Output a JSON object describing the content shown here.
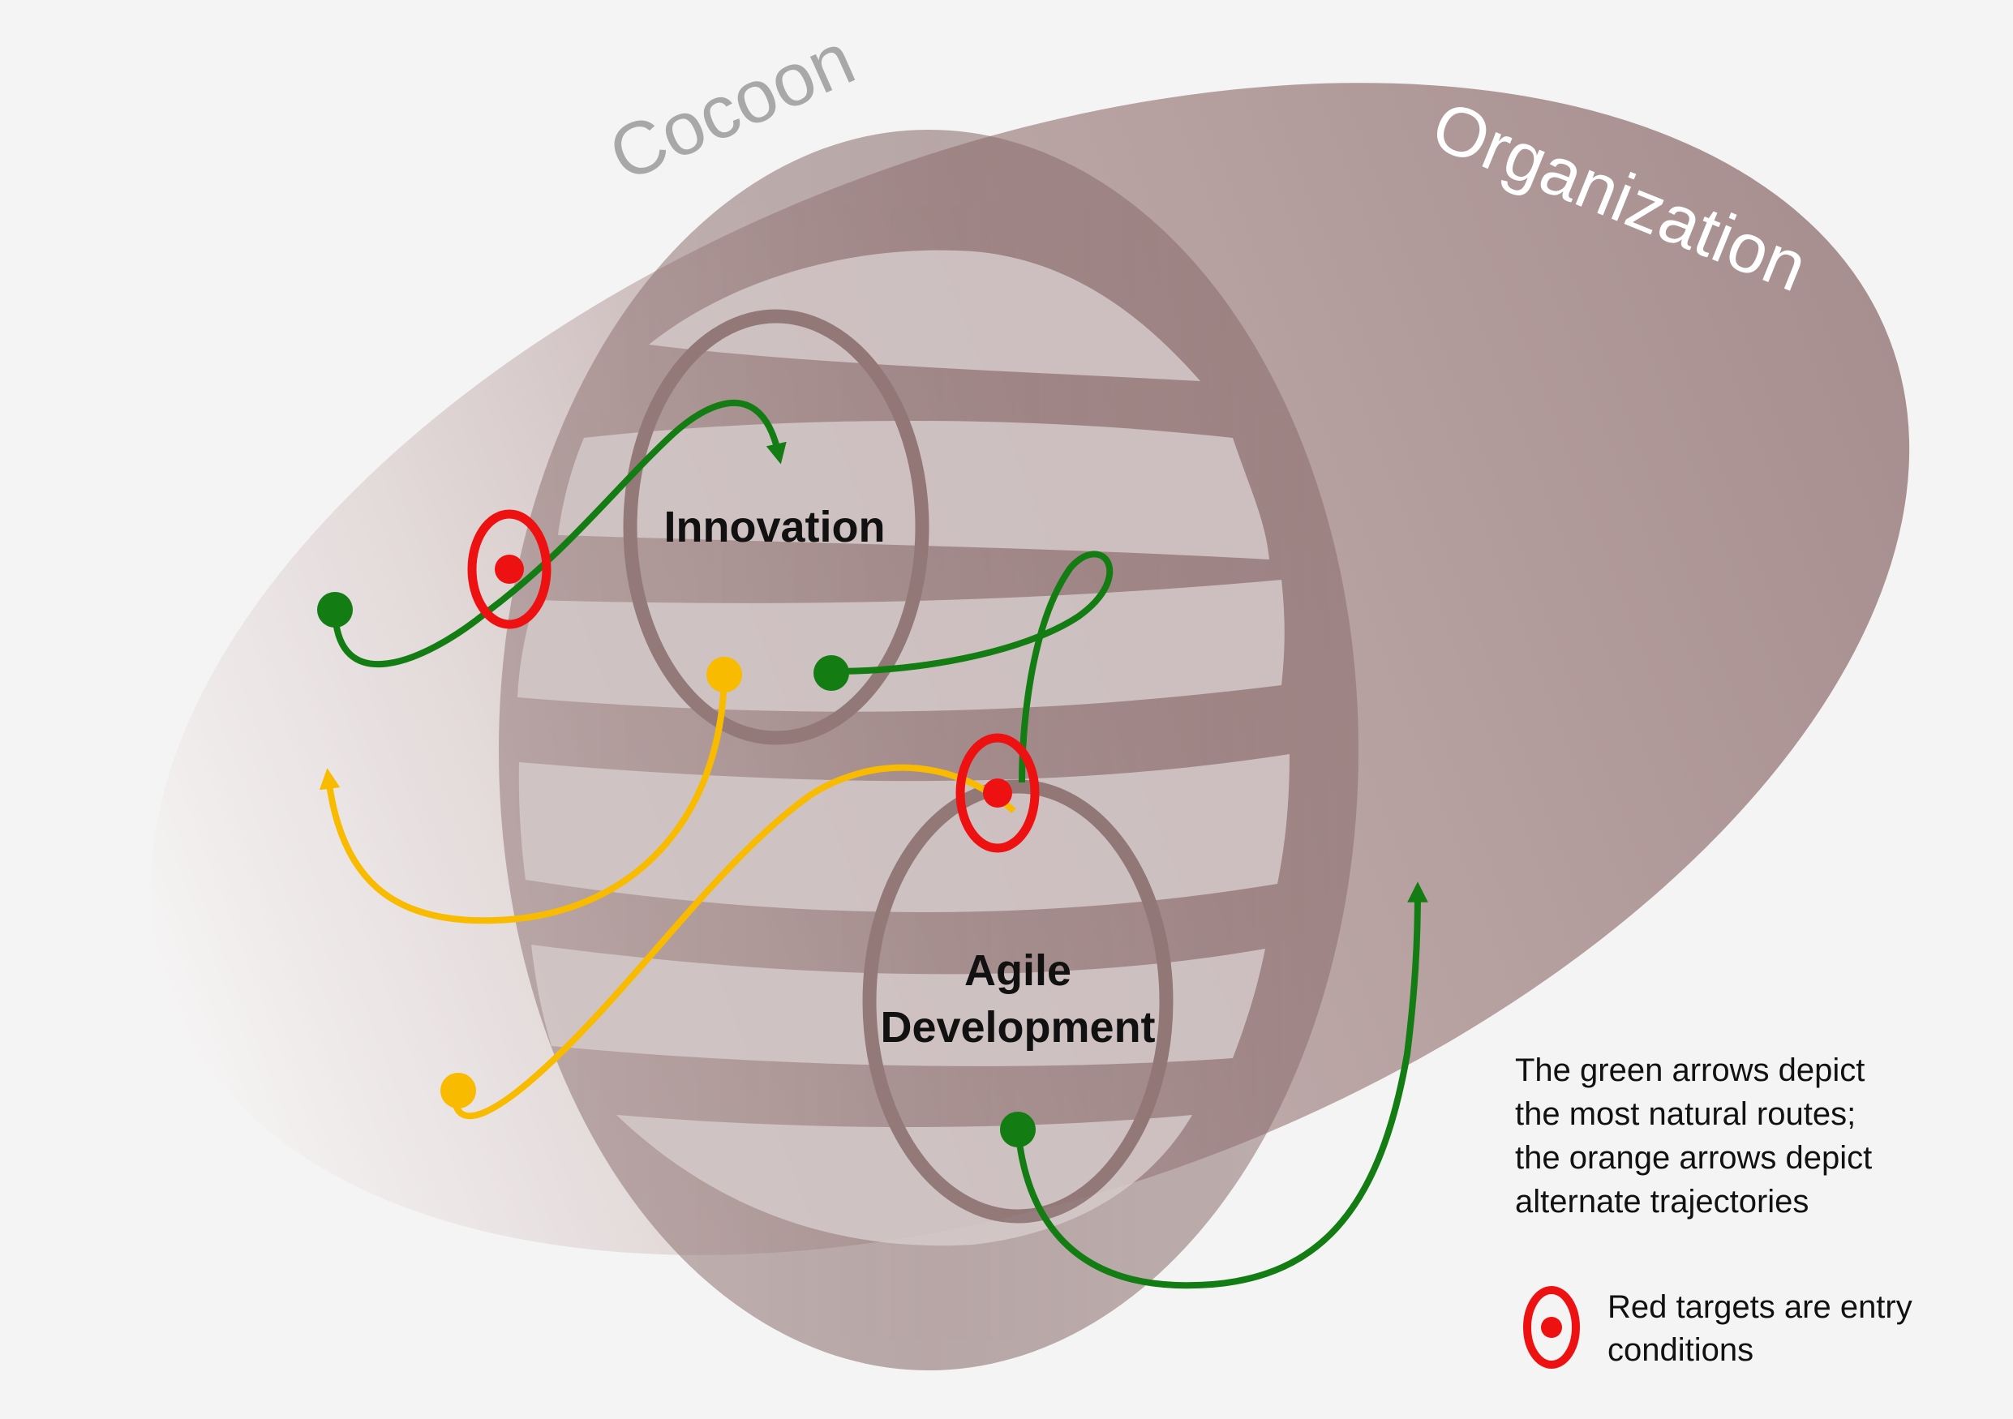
{
  "labels": {
    "cocoon": "Cocoon",
    "organization": "Organization",
    "innovation": "Innovation",
    "agile_line1": "Agile",
    "agile_line2": "Development"
  },
  "legend": {
    "arrows_lines": [
      "The green arrows depict",
      "the most natural routes;",
      "the orange arrows depict",
      "alternate trajectories"
    ],
    "target_lines": [
      "Red targets are entry",
      "conditions"
    ]
  },
  "colors": {
    "background": "#f4f4f4",
    "organization": "#a68f8f",
    "cocoon": "#8f7272",
    "cocoon_label": "#a8a8a8",
    "green_route": "#137d13",
    "orange_route": "#f9bb00",
    "target_red": "#ee1111"
  },
  "icons": {
    "entry_target": "bullseye-target-icon",
    "route_start": "dot-icon",
    "route_end": "arrowhead-icon"
  }
}
